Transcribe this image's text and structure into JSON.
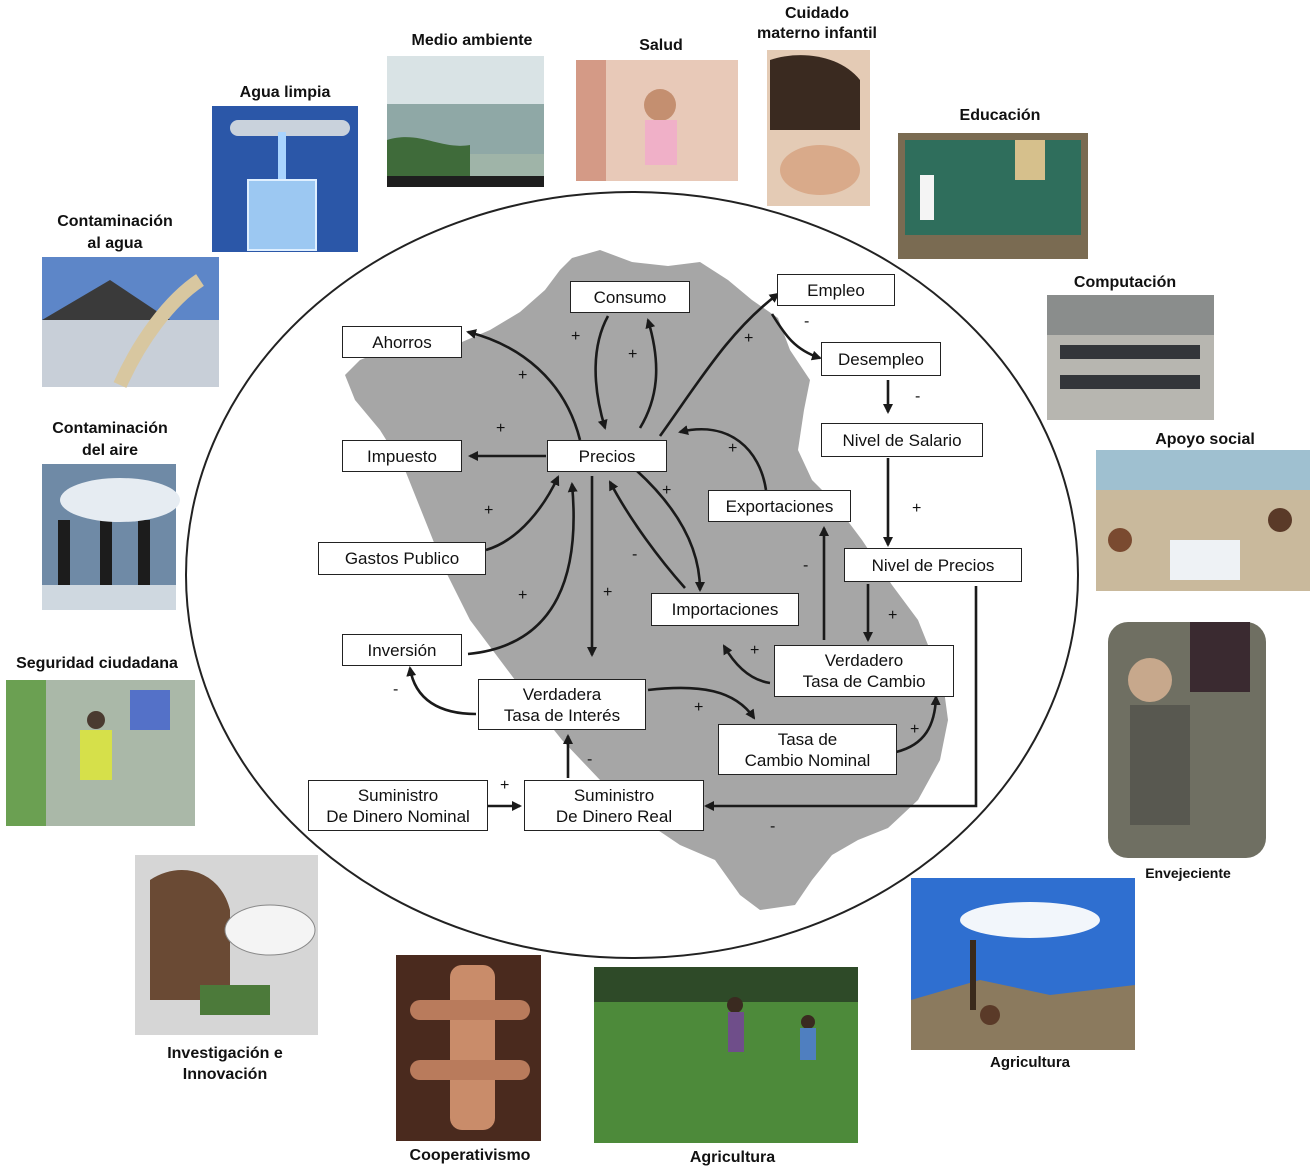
{
  "photos": {
    "agua_limpia": "Agua limpia",
    "medio_ambiente": "Medio ambiente",
    "salud": "Salud",
    "cuidado": [
      "Cuidado",
      "materno infantil"
    ],
    "educacion": "Educación",
    "contaminacion_agua": [
      "Contaminación",
      "al agua"
    ],
    "computacion": "Computación",
    "contaminacion_aire": [
      "Contaminación",
      "del aire"
    ],
    "apoyo_social": "Apoyo social",
    "seguridad": "Seguridad ciudadana",
    "envejeciente": "Envejeciente",
    "investigacion": [
      "Investigación e",
      "Innovación"
    ],
    "cooperativismo": "Cooperativismo",
    "agricultura_bottom": "Agricultura",
    "agricultura_right": "Agricultura"
  },
  "nodes": {
    "consumo": [
      "Consumo"
    ],
    "empleo": [
      "Empleo"
    ],
    "ahorros": [
      "Ahorros"
    ],
    "desempleo": [
      "Desempleo"
    ],
    "impuesto": [
      "Impuesto"
    ],
    "precios": [
      "Precios"
    ],
    "nivel_salario": [
      "Nivel de Salario"
    ],
    "exportaciones": [
      "Exportaciones"
    ],
    "gastos": [
      "Gastos Publico"
    ],
    "nivel_precios": [
      "Nivel de Precios"
    ],
    "importaciones": [
      "Importaciones"
    ],
    "inversion": [
      "Inversión"
    ],
    "verdadero_tc": [
      "Verdadero",
      "Tasa de Cambio"
    ],
    "verdadera_ti": [
      "Verdadera",
      "Tasa de Interés"
    ],
    "tasa_nominal": [
      "Tasa de",
      "Cambio Nominal"
    ],
    "sum_nominal": [
      "Suministro",
      "De Dinero Nominal"
    ],
    "sum_real": [
      "Suministro",
      "De Dinero Real"
    ]
  },
  "signs": {
    "plus": "+",
    "minus": "-"
  },
  "colors": {
    "map_fill": "#a6a6a6",
    "arrow": "#1a1a1a"
  }
}
